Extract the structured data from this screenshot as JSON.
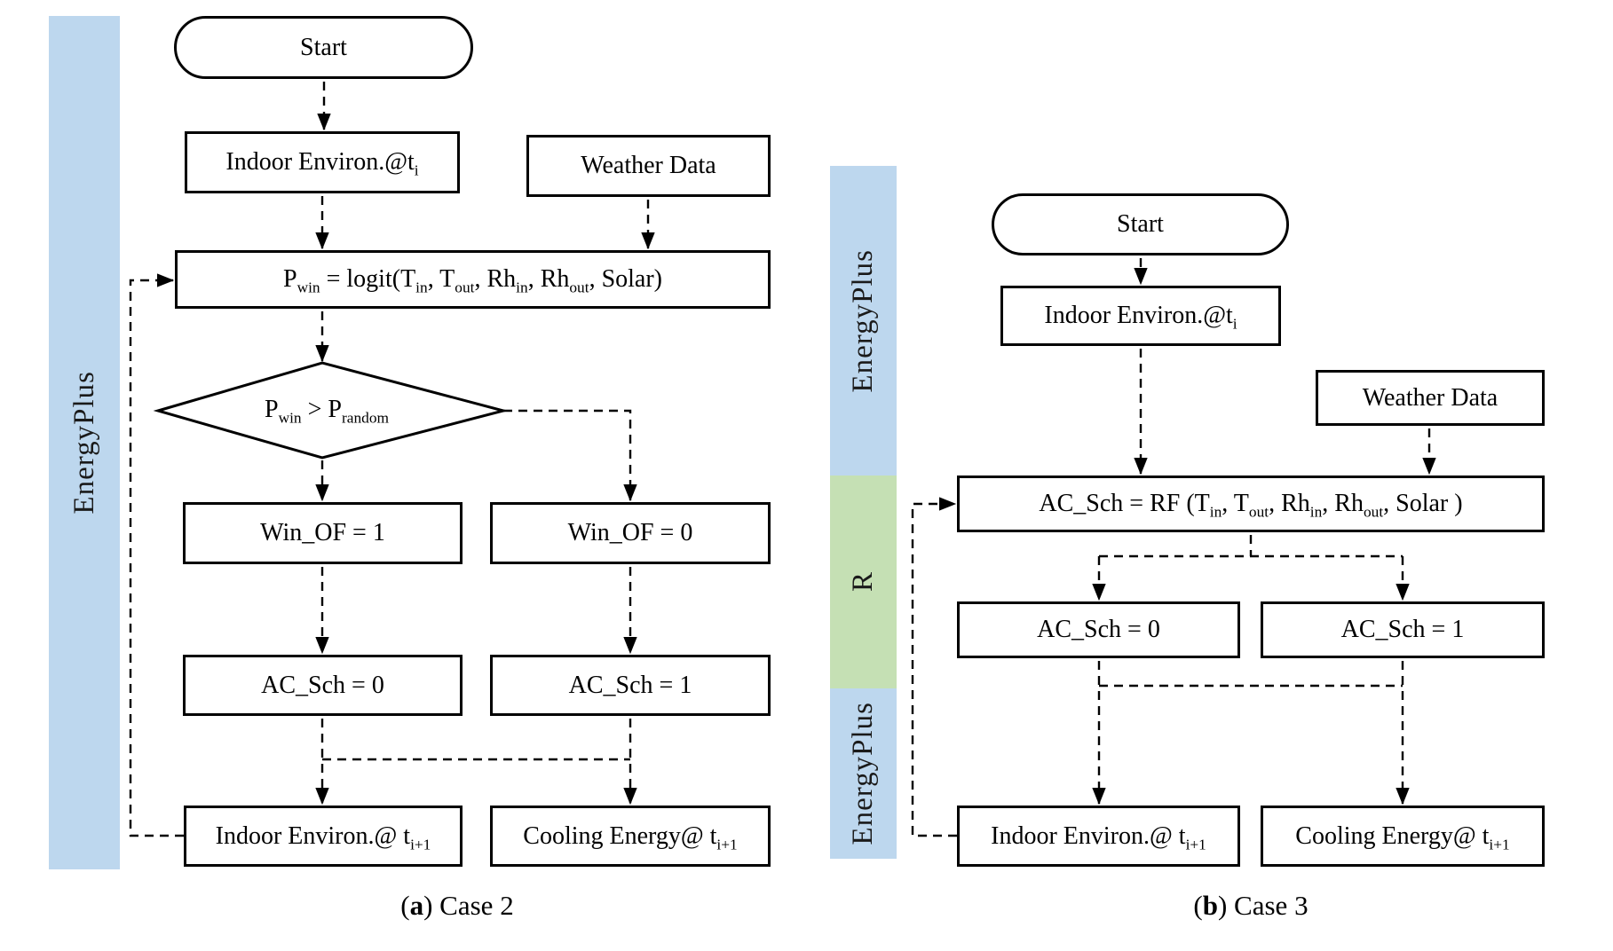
{
  "palette": {
    "sidebar_blue": "#BDD7EE",
    "sidebar_green": "#C5E0B4",
    "line_color": "#000000",
    "node_background": "#FFFFFF"
  },
  "case2": {
    "sidebar": {
      "label": "EnergyPlus"
    },
    "nodes": {
      "start": "Start",
      "indoor_t": "Indoor Environ.@t_{i}",
      "weather": "Weather Data",
      "pwin": "P_{win} = logit(T_{in}, T_{out}, Rh_{in}, Rh_{out}, Solar)",
      "decision": "P_{win} > P_{random}",
      "win_of_1": "Win_OF = 1",
      "win_of_0": "Win_OF = 0",
      "ac_sch_0": "AC_Sch = 0",
      "ac_sch_1": "AC_Sch = 1",
      "indoor_t1": "Indoor Environ.@ t_{i+1}",
      "cooling_t1": "Cooling Energy@ t_{i+1}"
    },
    "caption": {
      "pre": "(",
      "bold": "a",
      "post": ") Case 2"
    }
  },
  "case3": {
    "sidebar": {
      "segments": [
        {
          "label": "EnergyPlus",
          "color": "sidebar_blue"
        },
        {
          "label": "R",
          "color": "sidebar_green"
        },
        {
          "label": "EnergyPlus",
          "color": "sidebar_blue"
        }
      ]
    },
    "nodes": {
      "start": "Start",
      "indoor_t": "Indoor Environ.@t_{i}",
      "weather": "Weather Data",
      "rf": "AC_Sch = RF (T_{in}, T_{out}, Rh_{in}, Rh_{out}, Solar )",
      "ac_sch_0": "AC_Sch = 0",
      "ac_sch_1": "AC_Sch = 1",
      "indoor_t1": "Indoor Environ.@ t_{i+1}",
      "cooling_t1": "Cooling Energy@ t_{i+1}"
    },
    "caption": {
      "pre": "(",
      "bold": "b",
      "post": ") Case 3"
    }
  }
}
